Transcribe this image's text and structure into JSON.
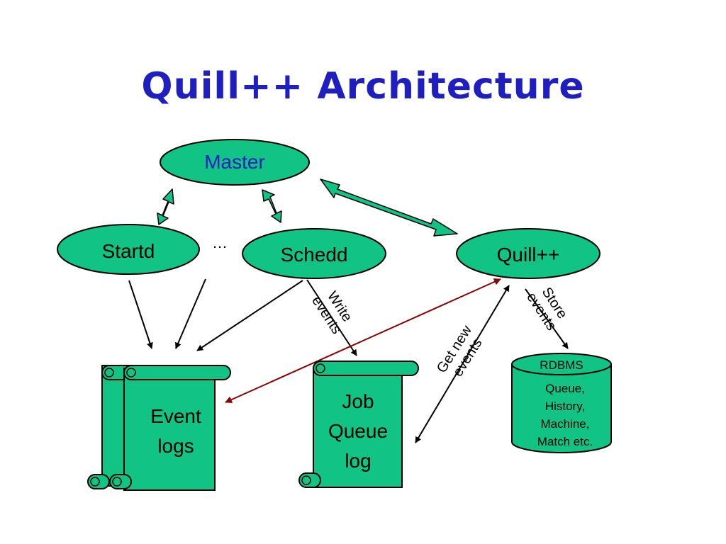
{
  "title": "Quill++ Architecture",
  "colors": {
    "node_fill": "#11c486",
    "stroke": "#000000",
    "title": "#1f1fbf",
    "master_text": "#1f1fbf",
    "red_arrow": "#8b0000",
    "page_bg": "#ffffff"
  },
  "nodes": {
    "master": "Master",
    "startd": "Startd",
    "ellipsis": "…",
    "schedd": "Schedd",
    "quill": "Quill++",
    "event_logs": [
      "Event",
      "logs"
    ],
    "job_queue_log": [
      "Job",
      "Queue",
      "log"
    ],
    "rdbms": {
      "label": "RDBMS",
      "lines": [
        "Queue,",
        "History,",
        "Machine,",
        "Match etc."
      ]
    }
  },
  "edge_labels": {
    "write_events": [
      "Write",
      "events"
    ],
    "store_events": [
      "Store",
      "events"
    ],
    "get_new_events": [
      "Get new",
      "events"
    ]
  }
}
